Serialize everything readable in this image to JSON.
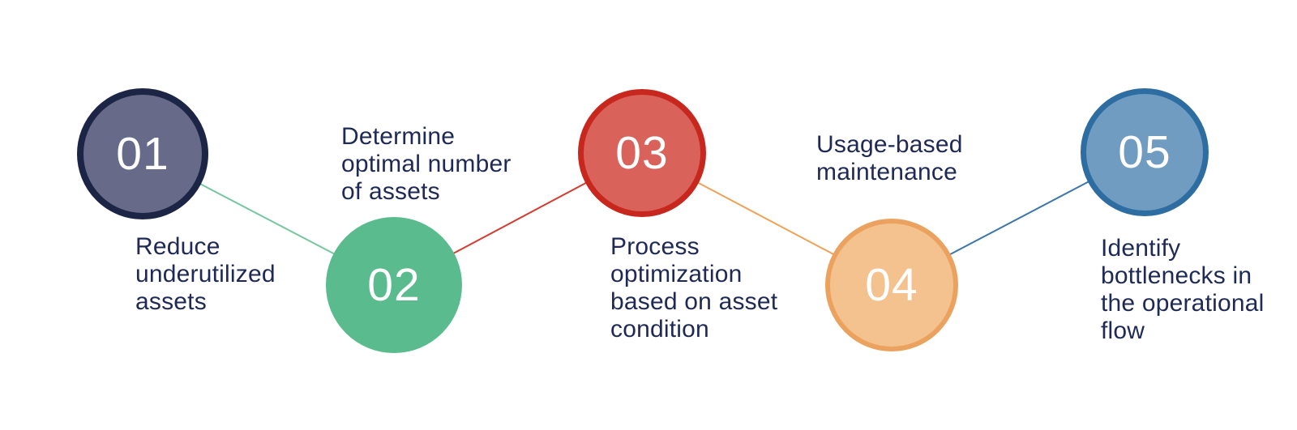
{
  "diagram": {
    "background": "#ffffff",
    "text_color": "#1e2a55",
    "number_color": "#ffffff",
    "steps": [
      {
        "number": "01",
        "label": "Reduce\nunderutilized\nassets",
        "circle_fill": "#676b89",
        "circle_border": "#1d2547"
      },
      {
        "number": "02",
        "label": "Determine\noptimal number\nof assets",
        "circle_fill": "#5abc8e",
        "circle_border": "#5abc8e"
      },
      {
        "number": "03",
        "label": "Process\noptimization\nbased on asset\ncondition",
        "circle_fill": "#d9625a",
        "circle_border": "#c8271d"
      },
      {
        "number": "04",
        "label": "Usage-based\nmaintenance",
        "circle_fill": "#f4c28e",
        "circle_border": "#eca25f"
      },
      {
        "number": "05",
        "label": "Identify\nbottlenecks in\nthe operational\nflow",
        "circle_fill": "#6f9cc0",
        "circle_border": "#2e6da1"
      }
    ],
    "connectors": [
      {
        "from": "01",
        "to": "02",
        "color": "#74c7a0"
      },
      {
        "from": "02",
        "to": "03",
        "color": "#d6392e"
      },
      {
        "from": "03",
        "to": "04",
        "color": "#f0a158"
      },
      {
        "from": "04",
        "to": "05",
        "color": "#3a76a8"
      }
    ]
  }
}
